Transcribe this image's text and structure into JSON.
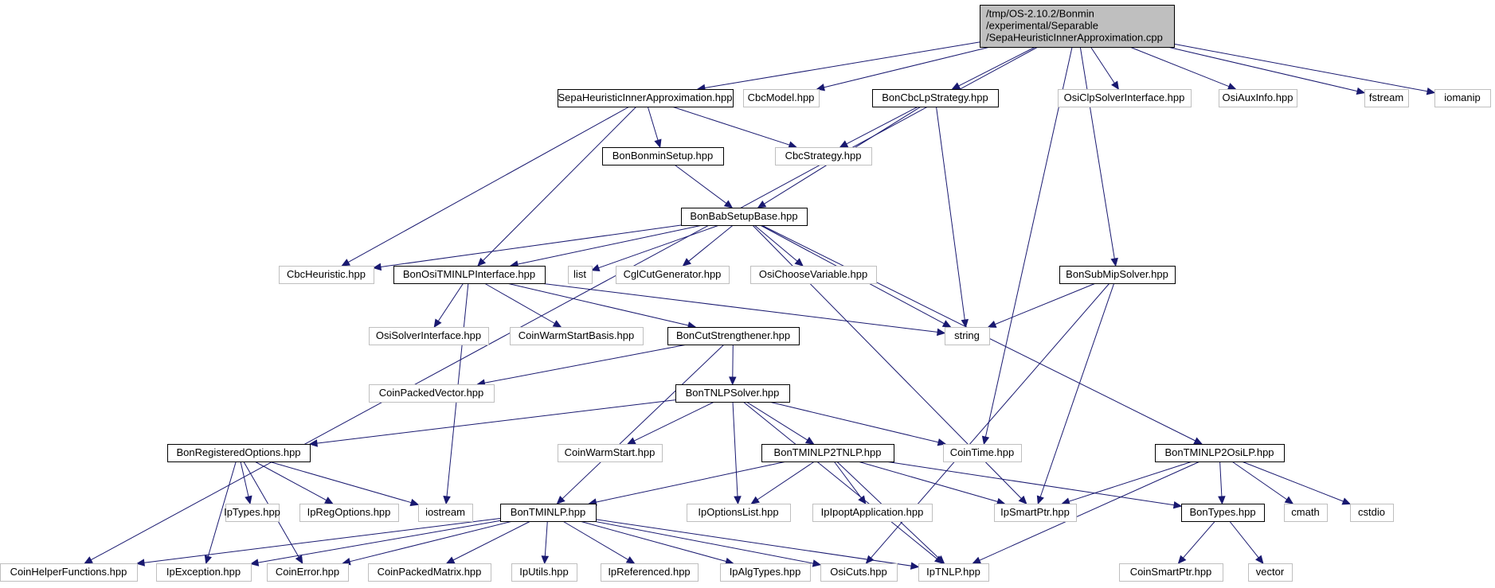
{
  "graph": {
    "colors": {
      "edge": "#191970",
      "local_border": "#000000",
      "external_border": "#bfbfbf",
      "root_fill": "#bfbfbf"
    },
    "nodes": [
      {
        "id": "root",
        "kind": "root",
        "lines": [
          "/tmp/OS-2.10.2/Bonmin",
          "/experimental/Separable",
          "/SepaHeuristicInnerApproximation.cpp"
        ]
      },
      {
        "id": "sepa_hpp",
        "kind": "local",
        "lines": [
          "SepaHeuristicInnerApproximation.hpp"
        ]
      },
      {
        "id": "cbcmodel",
        "kind": "external",
        "lines": [
          "CbcModel.hpp"
        ]
      },
      {
        "id": "boncbclp",
        "kind": "local",
        "lines": [
          "BonCbcLpStrategy.hpp"
        ]
      },
      {
        "id": "osiclp",
        "kind": "external",
        "lines": [
          "OsiClpSolverInterface.hpp"
        ]
      },
      {
        "id": "osiaux",
        "kind": "external",
        "lines": [
          "OsiAuxInfo.hpp"
        ]
      },
      {
        "id": "fstream",
        "kind": "external",
        "lines": [
          "fstream"
        ]
      },
      {
        "id": "iomanip",
        "kind": "external",
        "lines": [
          "iomanip"
        ]
      },
      {
        "id": "bonminsetup",
        "kind": "local",
        "lines": [
          "BonBonminSetup.hpp"
        ]
      },
      {
        "id": "cbcstrategy",
        "kind": "external",
        "lines": [
          "CbcStrategy.hpp"
        ]
      },
      {
        "id": "babsetup",
        "kind": "local",
        "lines": [
          "BonBabSetupBase.hpp"
        ]
      },
      {
        "id": "cbcheur",
        "kind": "external",
        "lines": [
          "CbcHeuristic.hpp"
        ]
      },
      {
        "id": "ositminlp",
        "kind": "local",
        "lines": [
          "BonOsiTMINLPInterface.hpp"
        ]
      },
      {
        "id": "list",
        "kind": "external",
        "lines": [
          "list"
        ]
      },
      {
        "id": "cglcut",
        "kind": "external",
        "lines": [
          "CglCutGenerator.hpp"
        ]
      },
      {
        "id": "osichoose",
        "kind": "external",
        "lines": [
          "OsiChooseVariable.hpp"
        ]
      },
      {
        "id": "submip",
        "kind": "local",
        "lines": [
          "BonSubMipSolver.hpp"
        ]
      },
      {
        "id": "string",
        "kind": "external",
        "lines": [
          "string"
        ]
      },
      {
        "id": "osisolver",
        "kind": "external",
        "lines": [
          "OsiSolverInterface.hpp"
        ]
      },
      {
        "id": "coinwarmbasis",
        "kind": "external",
        "lines": [
          "CoinWarmStartBasis.hpp"
        ]
      },
      {
        "id": "cutstrength",
        "kind": "local",
        "lines": [
          "BonCutStrengthener.hpp"
        ]
      },
      {
        "id": "coinpackedvec",
        "kind": "external",
        "lines": [
          "CoinPackedVector.hpp"
        ]
      },
      {
        "id": "tnlpsolver",
        "kind": "local",
        "lines": [
          "BonTNLPSolver.hpp"
        ]
      },
      {
        "id": "regopts",
        "kind": "local",
        "lines": [
          "BonRegisteredOptions.hpp"
        ]
      },
      {
        "id": "coinwarm",
        "kind": "external",
        "lines": [
          "CoinWarmStart.hpp"
        ]
      },
      {
        "id": "tminlp2tnlp",
        "kind": "local",
        "lines": [
          "BonTMINLP2TNLP.hpp"
        ]
      },
      {
        "id": "cointime",
        "kind": "external",
        "lines": [
          "CoinTime.hpp"
        ]
      },
      {
        "id": "tminlp2osilp",
        "kind": "local",
        "lines": [
          "BonTMINLP2OsiLP.hpp"
        ]
      },
      {
        "id": "iptypes",
        "kind": "external",
        "lines": [
          "IpTypes.hpp"
        ]
      },
      {
        "id": "ipregopts",
        "kind": "external",
        "lines": [
          "IpRegOptions.hpp"
        ]
      },
      {
        "id": "iostream",
        "kind": "external",
        "lines": [
          "iostream"
        ]
      },
      {
        "id": "bontminlp",
        "kind": "local",
        "lines": [
          "BonTMINLP.hpp"
        ]
      },
      {
        "id": "ipoptslist",
        "kind": "external",
        "lines": [
          "IpOptionsList.hpp"
        ]
      },
      {
        "id": "ipoptapp",
        "kind": "external",
        "lines": [
          "IpIpoptApplication.hpp"
        ]
      },
      {
        "id": "ipsmartptr",
        "kind": "external",
        "lines": [
          "IpSmartPtr.hpp"
        ]
      },
      {
        "id": "bontypes",
        "kind": "local",
        "lines": [
          "BonTypes.hpp"
        ]
      },
      {
        "id": "cmath",
        "kind": "external",
        "lines": [
          "cmath"
        ]
      },
      {
        "id": "cstdio",
        "kind": "external",
        "lines": [
          "cstdio"
        ]
      },
      {
        "id": "coinhelper",
        "kind": "external",
        "lines": [
          "CoinHelperFunctions.hpp"
        ]
      },
      {
        "id": "ipexception",
        "kind": "external",
        "lines": [
          "IpException.hpp"
        ]
      },
      {
        "id": "coinerror",
        "kind": "external",
        "lines": [
          "CoinError.hpp"
        ]
      },
      {
        "id": "coinpackedmat",
        "kind": "external",
        "lines": [
          "CoinPackedMatrix.hpp"
        ]
      },
      {
        "id": "iputils",
        "kind": "external",
        "lines": [
          "IpUtils.hpp"
        ]
      },
      {
        "id": "ipreferenced",
        "kind": "external",
        "lines": [
          "IpReferenced.hpp"
        ]
      },
      {
        "id": "ipalgtypes",
        "kind": "external",
        "lines": [
          "IpAlgTypes.hpp"
        ]
      },
      {
        "id": "osicuts",
        "kind": "external",
        "lines": [
          "OsiCuts.hpp"
        ]
      },
      {
        "id": "iptnlp",
        "kind": "external",
        "lines": [
          "IpTNLP.hpp"
        ]
      },
      {
        "id": "coinsmartptr",
        "kind": "external",
        "lines": [
          "CoinSmartPtr.hpp"
        ]
      },
      {
        "id": "vector",
        "kind": "external",
        "lines": [
          "vector"
        ]
      }
    ],
    "edges": [
      [
        "root",
        "sepa_hpp"
      ],
      [
        "root",
        "cbcmodel"
      ],
      [
        "root",
        "boncbclp"
      ],
      [
        "root",
        "osiclp"
      ],
      [
        "root",
        "osiaux"
      ],
      [
        "root",
        "fstream"
      ],
      [
        "root",
        "iomanip"
      ],
      [
        "root",
        "submip"
      ],
      [
        "root",
        "cointime"
      ],
      [
        "root",
        "coinhelper"
      ],
      [
        "sepa_hpp",
        "bonminsetup"
      ],
      [
        "sepa_hpp",
        "cbcstrategy"
      ],
      [
        "sepa_hpp",
        "cbcheur"
      ],
      [
        "sepa_hpp",
        "ositminlp"
      ],
      [
        "boncbclp",
        "cbcstrategy"
      ],
      [
        "boncbclp",
        "babsetup"
      ],
      [
        "boncbclp",
        "string"
      ],
      [
        "bonminsetup",
        "babsetup"
      ],
      [
        "babsetup",
        "cbcheur"
      ],
      [
        "babsetup",
        "ositminlp"
      ],
      [
        "babsetup",
        "list"
      ],
      [
        "babsetup",
        "cglcut"
      ],
      [
        "babsetup",
        "osichoose"
      ],
      [
        "babsetup",
        "string"
      ],
      [
        "babsetup",
        "ipsmartptr"
      ],
      [
        "babsetup",
        "tminlp2osilp"
      ],
      [
        "ositminlp",
        "osisolver"
      ],
      [
        "ositminlp",
        "coinwarmbasis"
      ],
      [
        "ositminlp",
        "cutstrength"
      ],
      [
        "ositminlp",
        "string"
      ],
      [
        "ositminlp",
        "iostream"
      ],
      [
        "submip",
        "string"
      ],
      [
        "submip",
        "ipsmartptr"
      ],
      [
        "submip",
        "osicuts"
      ],
      [
        "cutstrength",
        "coinpackedvec"
      ],
      [
        "cutstrength",
        "tnlpsolver"
      ],
      [
        "cutstrength",
        "bontminlp"
      ],
      [
        "tnlpsolver",
        "regopts"
      ],
      [
        "tnlpsolver",
        "coinwarm"
      ],
      [
        "tnlpsolver",
        "tminlp2tnlp"
      ],
      [
        "tnlpsolver",
        "cointime"
      ],
      [
        "tnlpsolver",
        "ipoptslist"
      ],
      [
        "tnlpsolver",
        "iptnlp"
      ],
      [
        "regopts",
        "iptypes"
      ],
      [
        "regopts",
        "ipregopts"
      ],
      [
        "regopts",
        "iostream"
      ],
      [
        "regopts",
        "ipexception"
      ],
      [
        "regopts",
        "coinerror"
      ],
      [
        "tminlp2tnlp",
        "bontminlp"
      ],
      [
        "tminlp2tnlp",
        "ipoptslist"
      ],
      [
        "tminlp2tnlp",
        "ipoptapp"
      ],
      [
        "tminlp2tnlp",
        "ipsmartptr"
      ],
      [
        "tminlp2tnlp",
        "bontypes"
      ],
      [
        "tminlp2tnlp",
        "iptnlp"
      ],
      [
        "tminlp2osilp",
        "ipsmartptr"
      ],
      [
        "tminlp2osilp",
        "bontypes"
      ],
      [
        "tminlp2osilp",
        "cmath"
      ],
      [
        "tminlp2osilp",
        "cstdio"
      ],
      [
        "tminlp2osilp",
        "iptnlp"
      ],
      [
        "bontminlp",
        "coinhelper"
      ],
      [
        "bontminlp",
        "ipexception"
      ],
      [
        "bontminlp",
        "coinerror"
      ],
      [
        "bontminlp",
        "coinpackedmat"
      ],
      [
        "bontminlp",
        "iputils"
      ],
      [
        "bontminlp",
        "ipreferenced"
      ],
      [
        "bontminlp",
        "ipalgtypes"
      ],
      [
        "bontminlp",
        "osicuts"
      ],
      [
        "bontminlp",
        "iptnlp"
      ],
      [
        "bontypes",
        "coinsmartptr"
      ],
      [
        "bontypes",
        "vector"
      ]
    ]
  }
}
